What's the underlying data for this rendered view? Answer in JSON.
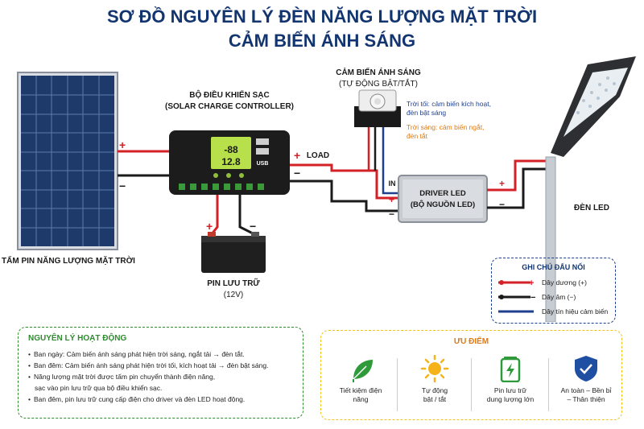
{
  "title": {
    "line1": "SƠ ĐỒ NGUYÊN LÝ ĐÈN NĂNG LƯỢNG MẶT TRỜI",
    "line2": "CẢM BIẾN ÁNH SÁNG"
  },
  "components": {
    "solar_panel": "TẤM PIN NĂNG LƯỢNG MẶT TRỜI",
    "controller_l1": "BỘ ĐIỀU KHIỂN SẠC",
    "controller_l2": "(SOLAR CHARGE CONTROLLER)",
    "battery_l1": "PIN LƯU TRỮ",
    "battery_l2": "(12V)",
    "sensor_l1": "CẢM BIẾN ÁNH SÁNG",
    "sensor_l2": "(TỰ ĐỘNG BẬT/TẮT)",
    "driver_l1": "DRIVER LED",
    "driver_l2": "(BỘ NGUỒN LED)",
    "lamp": "ĐÈN LED",
    "load": "LOAD",
    "in": "IN",
    "usb": "USB"
  },
  "sensor_notes": {
    "dark_l1": "Trời tối: cảm biến kích hoạt,",
    "dark_l2": "đèn bật sáng",
    "light_l1": "Trời sáng: cảm biến ngắt,",
    "light_l2": "đèn tắt"
  },
  "legend": {
    "title": "GHI CHÚ ĐẤU NỐI",
    "positive": "Dây dương (+)",
    "negative": "Dây âm (−)",
    "signal": "Dây tín hiệu cảm biến"
  },
  "principle": {
    "title": "NGUYÊN LÝ HOẠT ĐỘNG",
    "items": [
      "Ban ngày: Cảm biến ánh sáng phát hiện trời sáng, ngắt tải → đèn tắt.",
      "Ban đêm: Cảm biến ánh sáng phát hiện trời tối, kích hoạt tải  → đèn bật sáng.",
      "Năng lượng mặt trời được tấm pin chuyển thành điện năng,",
      "Ban đêm, pin lưu trữ cung cấp điện cho driver và đèn LED hoạt động."
    ],
    "item3_cont": "sạc vào pin lưu trữ qua bộ điều khiển sạc."
  },
  "advantages": {
    "title": "ƯU ĐIỂM",
    "items": [
      {
        "l1": "Tiết kiệm điện",
        "l2": "năng",
        "icon": "leaf-icon"
      },
      {
        "l1": "Tự động",
        "l2": "bật / tắt",
        "icon": "sun-icon"
      },
      {
        "l1": "Pin lưu trữ",
        "l2": "dung lượng lớn",
        "icon": "battery-icon"
      },
      {
        "l1": "An toàn – Bền bỉ",
        "l2": "– Thân thiện",
        "icon": "shield-check-icon"
      }
    ]
  },
  "colors": {
    "title_blue": "#12356f",
    "positive_wire": "#d42027",
    "negative_wire": "#1a1a1a",
    "signal_wire": "#1f3f8f",
    "green": "#2e8b2e",
    "orange": "#e07a10",
    "yellow_border": "#f0c419"
  }
}
